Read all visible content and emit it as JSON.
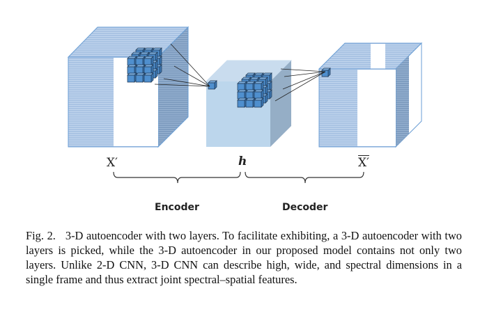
{
  "figure": {
    "labels": {
      "input": "X′",
      "hidden": "h",
      "output": "X′"
    },
    "sections": {
      "encoder": "Encoder",
      "decoder": "Decoder"
    },
    "colors": {
      "cube_light": "#bcd6ec",
      "cube_mid": "#9fbddd",
      "cube_dark": "#7a9bbd",
      "kernel": "#4f8fce",
      "edge": "#6a9ed4"
    }
  },
  "caption": {
    "label": "Fig. 2.",
    "text": "3-D autoencoder with two layers. To facilitate exhibiting, a 3-D autoencoder with two layers is picked, while the 3-D autoencoder in our proposed model contains not only two layers. Unlike 2-D CNN, 3-D CNN can describe high, wide, and spectral dimensions in a single frame and thus extract joint spectral–spatial features."
  }
}
